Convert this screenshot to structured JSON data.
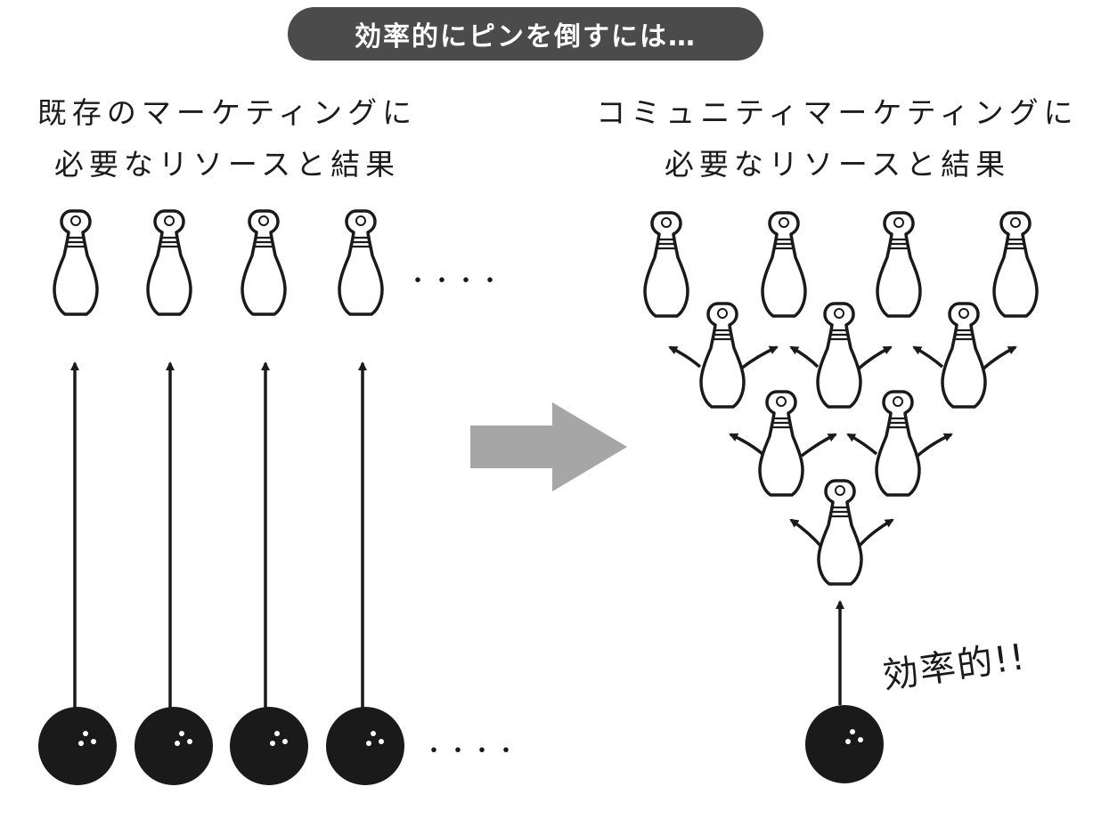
{
  "title": "効率的にピンを倒すには…",
  "left_panel": {
    "heading_line1": "既存のマーケティングに",
    "heading_line2": "必要なリソースと結果",
    "pins_ellipsis": "・・・・",
    "balls_ellipsis": "・・・・"
  },
  "right_panel": {
    "heading_line1": "コミュニティマーケティングに",
    "heading_line2": "必要なリソースと結果",
    "effect_label": "効率的!!"
  },
  "colors": {
    "title_bg": "#4b4b4b",
    "title_text": "#ffffff",
    "ink": "#1a1a1a",
    "transition_arrow": "#a6a6a6"
  },
  "icons": {
    "pin": "bowling-pin-icon",
    "ball": "bowling-ball-icon",
    "arrow": "up-arrow-icon",
    "transition": "right-block-arrow-icon"
  }
}
